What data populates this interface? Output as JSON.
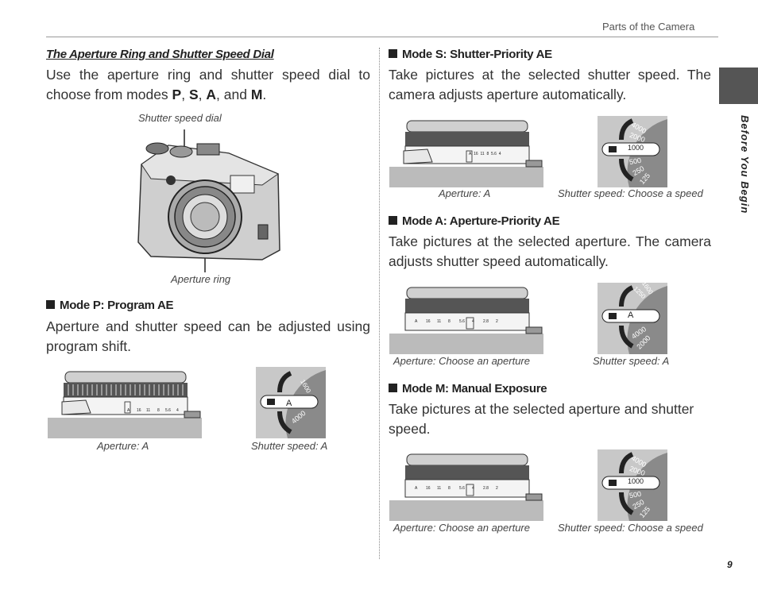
{
  "header": {
    "section": "Parts of the Camera"
  },
  "side_tab": {
    "label": "Before You Begin"
  },
  "page_number": "9",
  "intro": {
    "title": "The Aperture Ring and Shutter Speed Dial",
    "text_pre": "Use the aperture ring and shutter speed dial to choose from modes ",
    "mode_p": "P",
    "mode_s": "S",
    "mode_a": "A",
    "mode_m": "M",
    "sep1": ", ",
    "sep2": ", ",
    "sep3": ", and ",
    "end": ".",
    "callout_dial": "Shutter speed dial",
    "callout_ring": "Aperture ring"
  },
  "modes": {
    "p": {
      "heading": "Mode P: Program AE",
      "text": "Aperture and shutter speed can be adjusted using program shift.",
      "cap_left": "Aperture: A",
      "cap_right": "Shutter speed: A"
    },
    "s": {
      "heading": "Mode S: Shutter-Priority AE",
      "text": "Take pictures at the selected shutter speed.  The camera adjusts aperture automatically.",
      "cap_left": "Aperture: A",
      "cap_right": "Shutter speed: Choose a speed"
    },
    "a": {
      "heading": "Mode A: Aperture-Priority AE",
      "text": "Take pictures at the selected aperture.  The camera adjusts shutter speed automatically.",
      "cap_left": "Aperture: Choose an aperture",
      "cap_right": "Shutter speed: A"
    },
    "m": {
      "heading": "Mode M: Manual Exposure",
      "text": "Take pictures at the selected aperture and shutter speed.",
      "cap_left": "Aperture: Choose an aperture",
      "cap_right": "Shutter speed: Choose a speed"
    }
  },
  "ring_scale": {
    "a": "A",
    "f16": "16",
    "f11": "11",
    "f8": "8",
    "f56": "5.6",
    "f4": "4",
    "f28": "2.8",
    "f2": "2"
  },
  "dial_labels": {
    "a": "A",
    "s1000": "1000",
    "s2000": "2000",
    "s4000": "4000",
    "s500": "500",
    "s250": "250",
    "s125": "125",
    "s1250": "1250",
    "s1600": "1600",
    "s2000b": "2000"
  }
}
